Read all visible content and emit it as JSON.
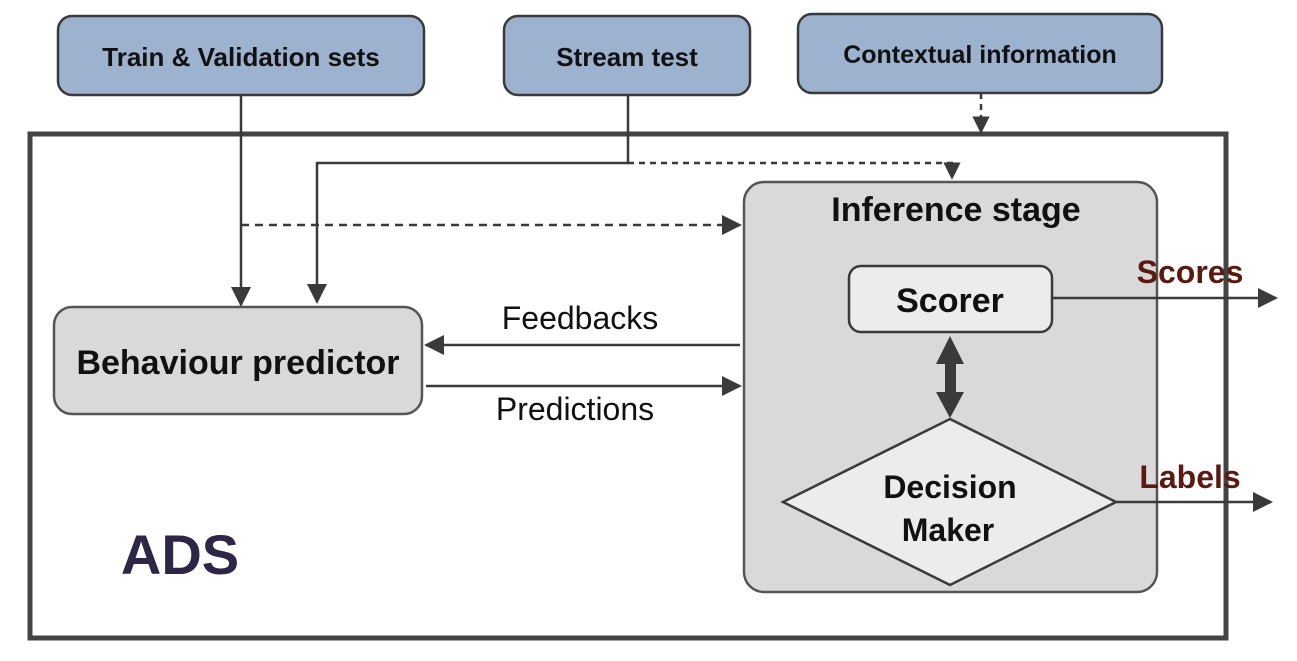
{
  "inputs": {
    "train_validation": "Train & Validation sets",
    "stream_test": "Stream test",
    "contextual": "Contextual information"
  },
  "ads": {
    "label": "ADS"
  },
  "behaviour_predictor": {
    "label": "Behaviour predictor"
  },
  "inference_stage": {
    "title": "Inference stage",
    "scorer": "Scorer",
    "decision_maker_line1": "Decision",
    "decision_maker_line2": "Maker"
  },
  "edges": {
    "feedbacks": "Feedbacks",
    "predictions": "Predictions",
    "scores": "Scores",
    "labels": "Labels"
  },
  "colors": {
    "input_box_fill": "#9db2cf",
    "box_fill": "#d9d9d9",
    "inner_box_fill": "#ececec",
    "stroke": "#3a3a3a",
    "ads_text": "#2e2646",
    "output_text": "#5a1a10"
  }
}
